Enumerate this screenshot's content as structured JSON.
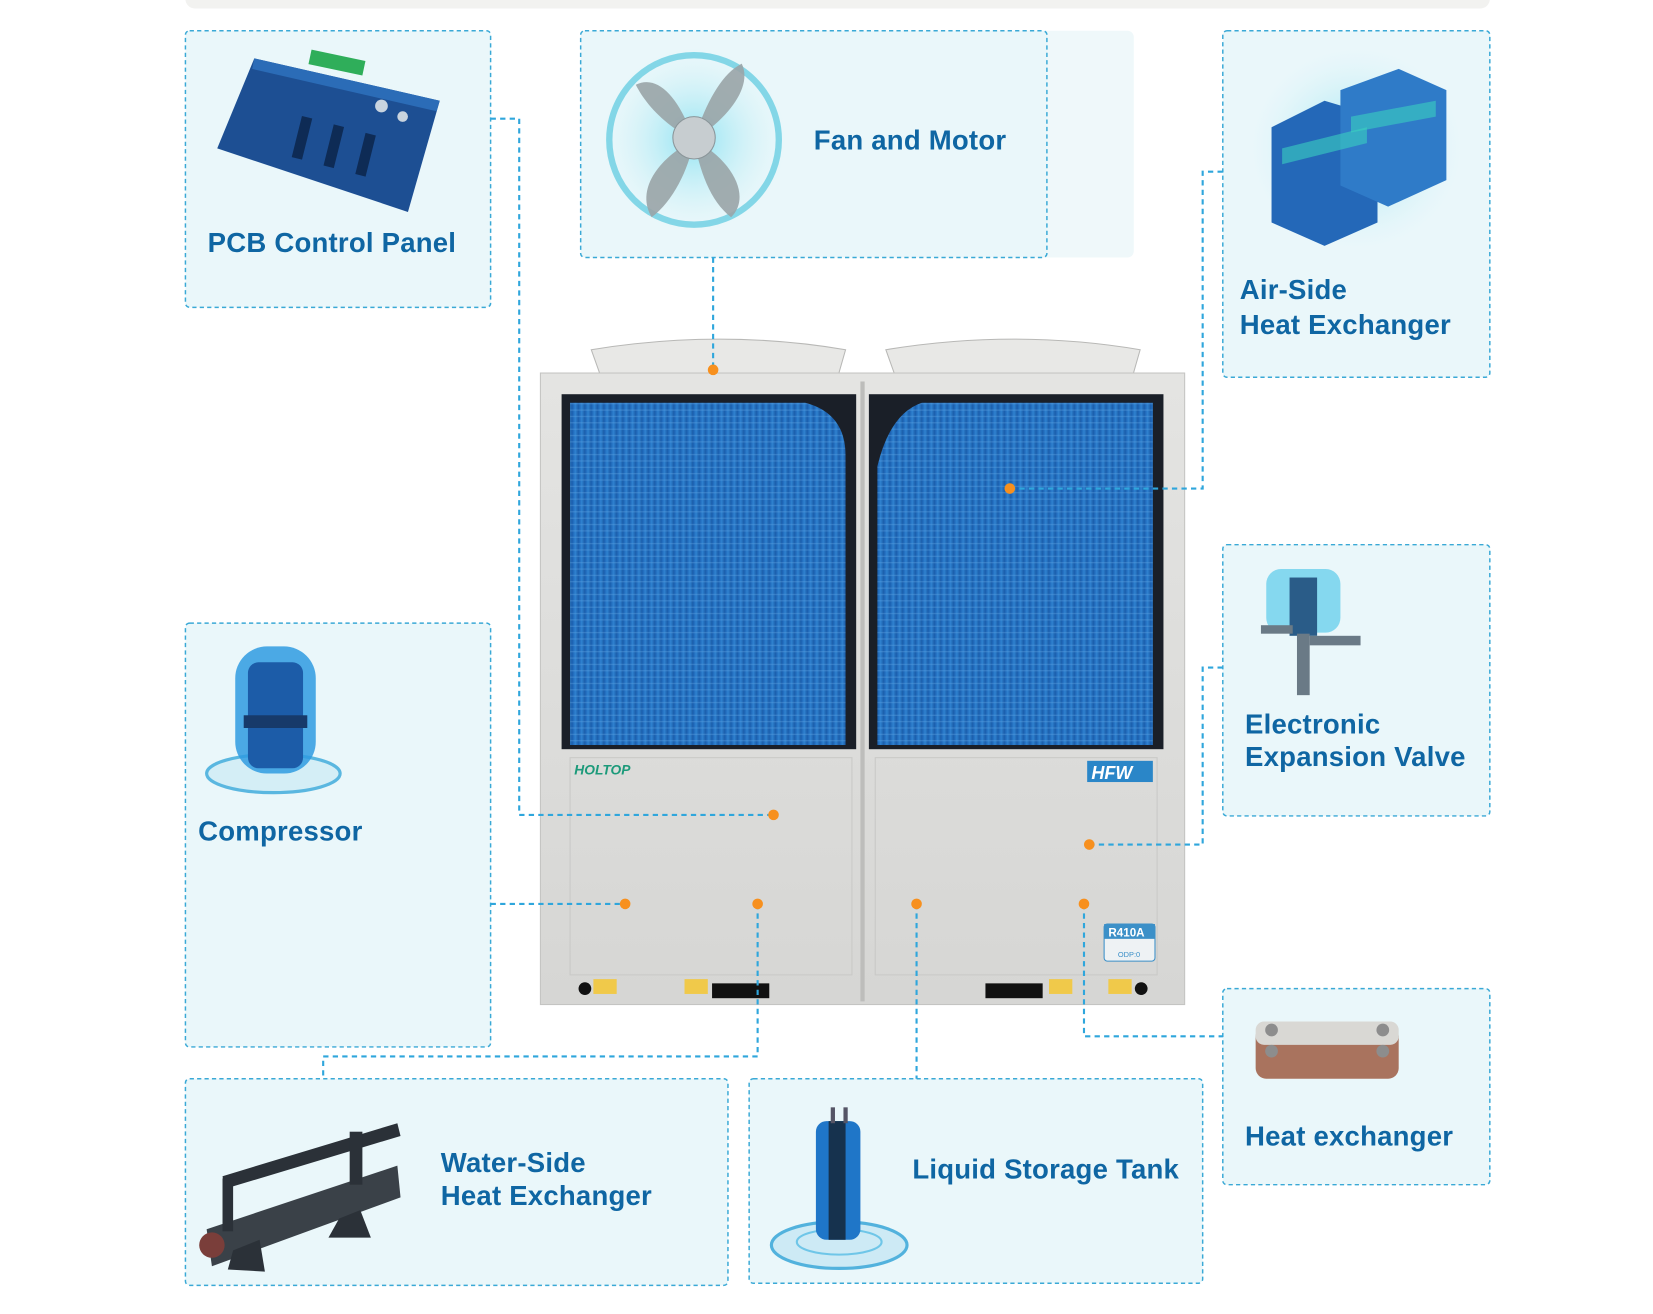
{
  "components": [
    {
      "id": "pcb",
      "label_lines": [
        "PCB Control Panel"
      ],
      "icon": "pcb-board-icon"
    },
    {
      "id": "fan",
      "label_lines": [
        "Fan and Motor"
      ],
      "icon": "fan-icon"
    },
    {
      "id": "air",
      "label_lines": [
        "Air-Side",
        "Heat Exchanger"
      ],
      "icon": "coil-icon"
    },
    {
      "id": "eev",
      "label_lines": [
        "Electronic",
        "Expansion Valve"
      ],
      "icon": "valve-icon"
    },
    {
      "id": "comp",
      "label_lines": [
        "Compressor"
      ],
      "icon": "compressor-icon"
    },
    {
      "id": "water",
      "label_lines": [
        "Water-Side",
        "Heat Exchanger"
      ],
      "icon": "shell-tube-icon"
    },
    {
      "id": "tank",
      "label_lines": [
        "Liquid Storage Tank"
      ],
      "icon": "tank-icon"
    },
    {
      "id": "hx",
      "label_lines": [
        "Heat exchanger"
      ],
      "icon": "plate-exchanger-icon"
    }
  ],
  "unit": {
    "brand": "HOLTOP",
    "series": "HFW",
    "refrigerant": "R410A",
    "odp": "ODP:0"
  },
  "colors": {
    "accent": "#0f66a3",
    "connector": "#2fa6dc",
    "dot": "#f7901e",
    "box_fill": "#eaf7fa",
    "coil": "#1f6fc0"
  }
}
